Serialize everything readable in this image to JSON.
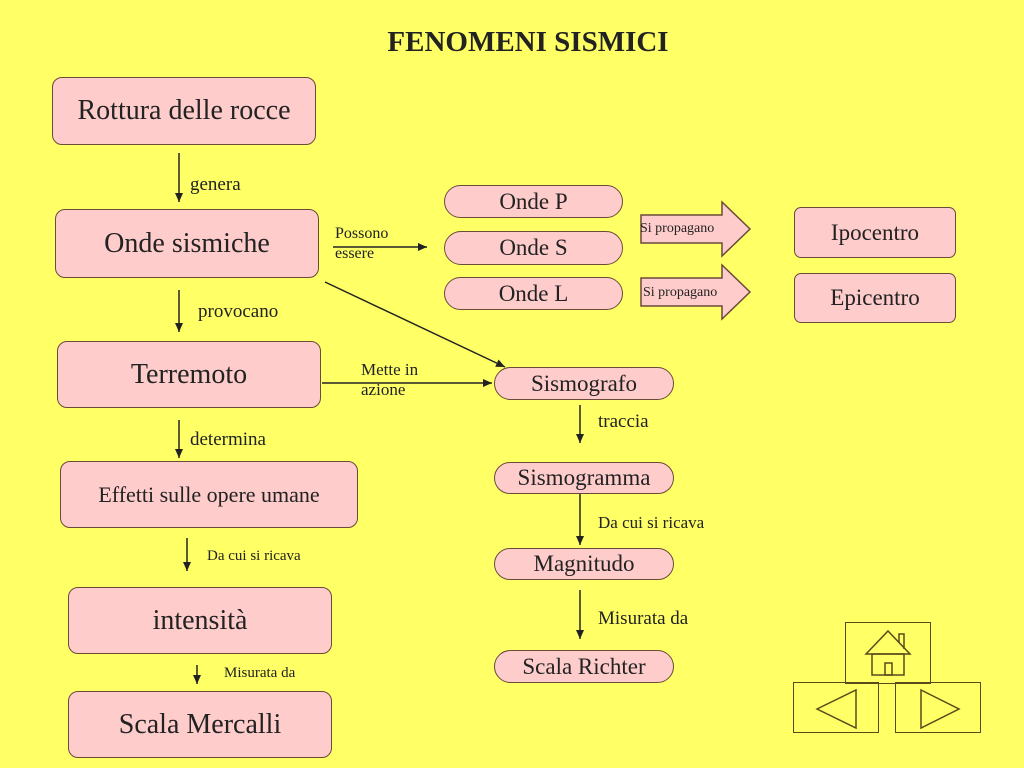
{
  "title": "FENOMENI SISMICI",
  "left_chain": {
    "rottura": "Rottura delle rocce",
    "genera": "genera",
    "onde_sismiche": "Onde sismiche",
    "provocano": "provocano",
    "terremoto": "Terremoto",
    "determina": "determina",
    "effetti": "Effetti sulle opere umane",
    "da_cui_si_ricava": "Da cui si ricava",
    "intensita": "intensità",
    "misurata_da": "Misurata da",
    "scala_mercalli": "Scala Mercalli"
  },
  "waves": {
    "possono_essere_1": "Possono",
    "possono_essere_2": "essere",
    "onde_p": "Onde P",
    "onde_s": "Onde S",
    "onde_l": "Onde L",
    "si_propagano_1": "Si propagano",
    "si_propagano_2": "Si propagano",
    "ipocentro": "Ipocentro",
    "epicentro": "Epicentro"
  },
  "right_chain": {
    "mette_in_1": "Mette in",
    "mette_in_2": "azione",
    "sismografo": "Sismografo",
    "traccia": "traccia",
    "sismogramma": "Sismogramma",
    "da_cui_si_ricava": "Da cui si ricava",
    "magnitudo": "Magnitudo",
    "misurata_da": "Misurata da",
    "scala_richter": "Scala Richter"
  },
  "colors": {
    "background": "#ffff66",
    "node_fill": "#ffcccc",
    "node_border": "#6a4a3a"
  }
}
